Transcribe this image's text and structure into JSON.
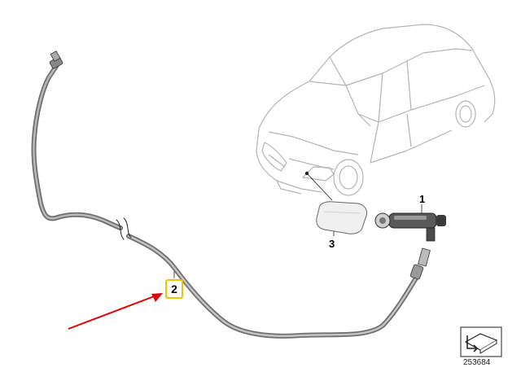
{
  "parts": {
    "part_1": "1",
    "part_2": "2",
    "part_3": "3"
  },
  "document_id": "253684",
  "colors": {
    "highlight_border": "#f2c200",
    "pointer_arrow": "#e00000",
    "hose": "#8a8a8a",
    "car_outline": "#b8b8b8"
  },
  "icons": {
    "corner_symbol": "parts-catalog-corner-icon"
  }
}
